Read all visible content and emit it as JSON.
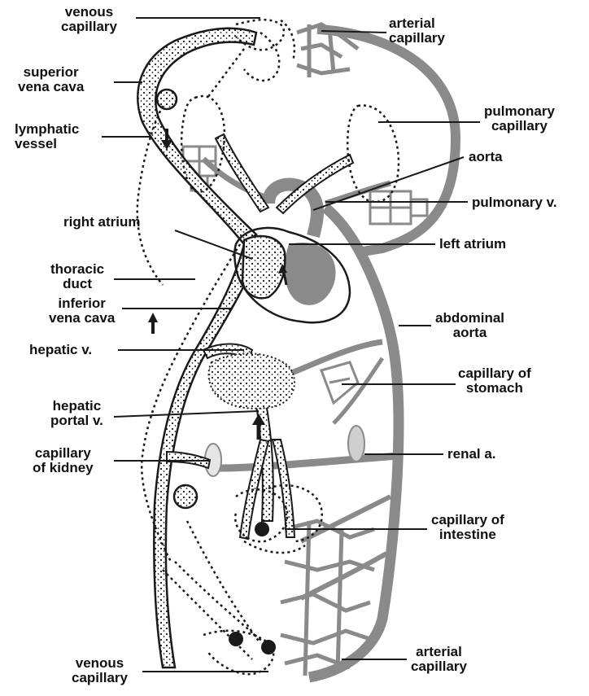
{
  "labels": {
    "venous_capillary_top": [
      "venous",
      "capillary"
    ],
    "arterial_capillary_top": [
      "arterial",
      "capillary"
    ],
    "superior_vena_cava": [
      "superior",
      "vena cava"
    ],
    "lymphatic_vessel": [
      "lymphatic",
      "vessel"
    ],
    "pulmonary_capillary": [
      "pulmonary",
      "capillary"
    ],
    "aorta": [
      "aorta"
    ],
    "pulmonary_v": [
      "pulmonary v."
    ],
    "right_atrium": [
      "right atrium"
    ],
    "left_atrium": [
      "left atrium"
    ],
    "thoracic_duct": [
      "thoracic",
      "duct"
    ],
    "inferior_vena_cava": [
      "inferior",
      "vena cava"
    ],
    "abdominal_aorta": [
      "abdominal",
      "aorta"
    ],
    "hepatic_v": [
      "hepatic v."
    ],
    "capillary_of_stomach": [
      "capillary of",
      "stomach"
    ],
    "hepatic_portal_v": [
      "hepatic",
      "portal v."
    ],
    "capillary_of_kidney": [
      "capillary",
      "of kidney"
    ],
    "renal_a": [
      "renal a."
    ],
    "capillary_of_intestine": [
      "capillary of",
      "intestine"
    ],
    "venous_capillary_bottom": [
      "venous",
      "capillary"
    ],
    "arterial_capillary_bottom": [
      "arterial",
      "capillary"
    ]
  },
  "colors": {
    "vein_outline": "#1a1a1a",
    "artery": "#8a8a8a",
    "background": "#ffffff",
    "text": "#111111"
  }
}
